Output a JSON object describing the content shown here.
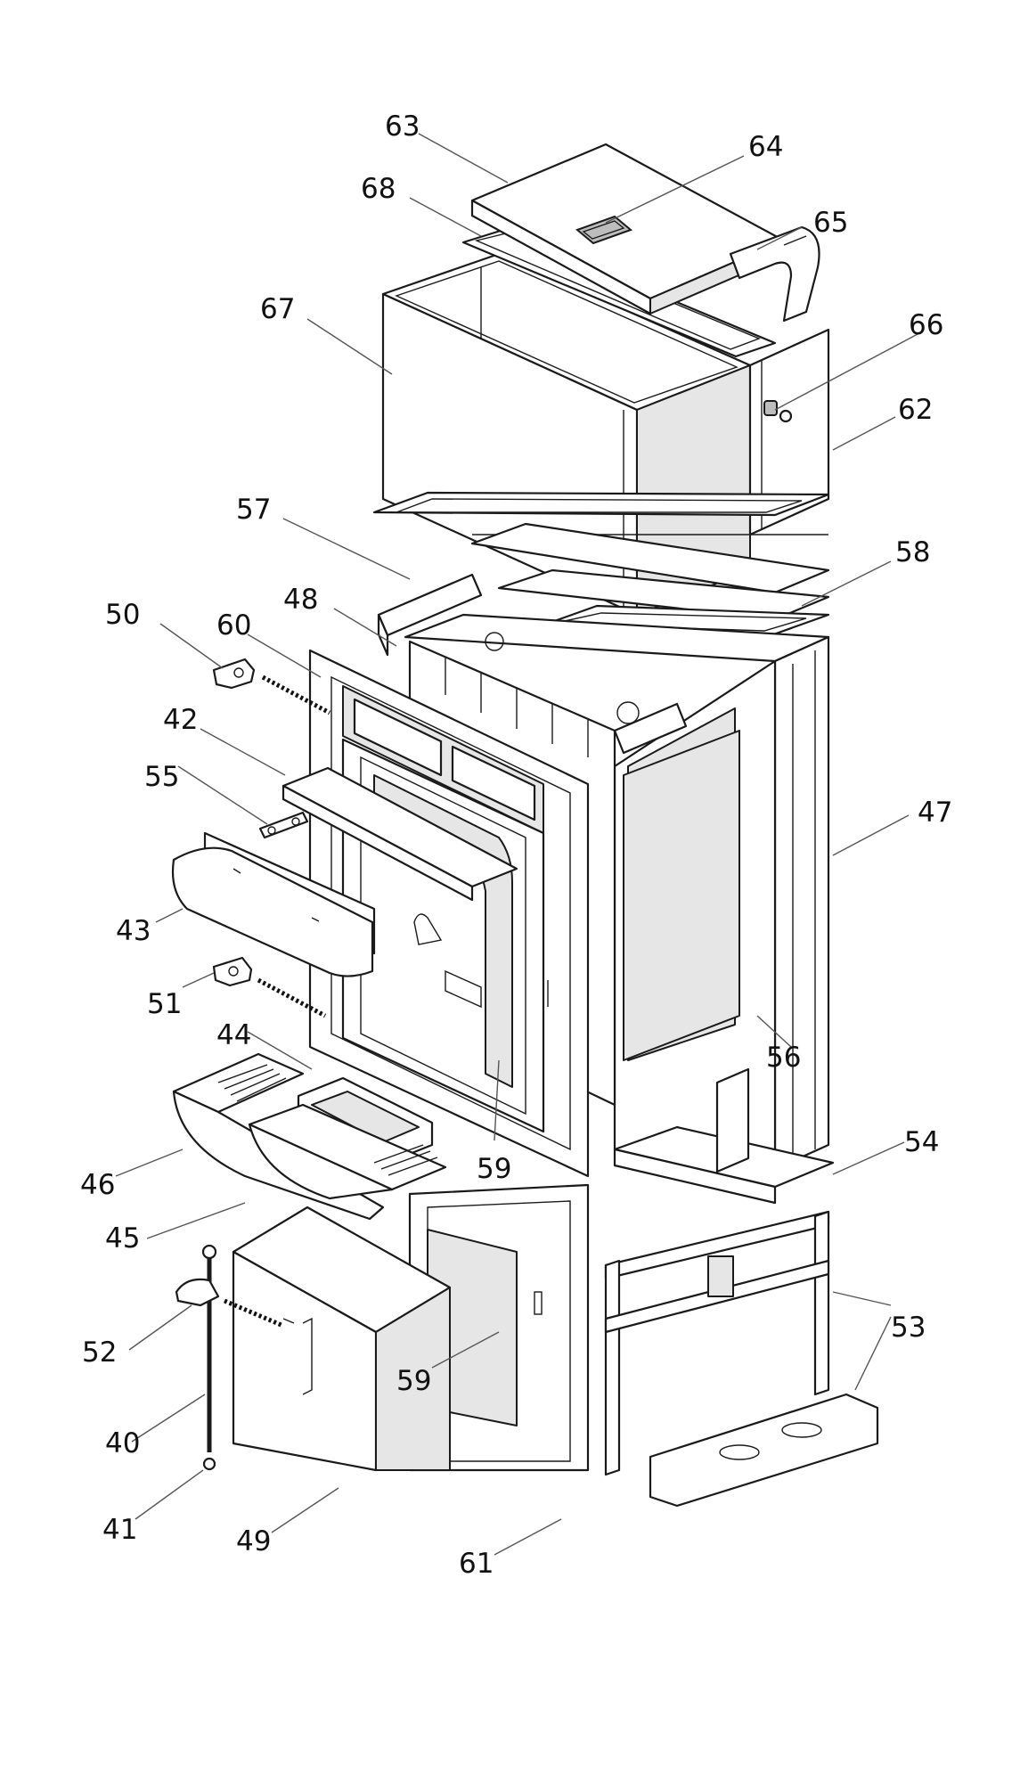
{
  "labels": {
    "p40": "40",
    "p41": "41",
    "p42": "42",
    "p43": "43",
    "p44": "44",
    "p45": "45",
    "p46": "46",
    "p47": "47",
    "p48": "48",
    "p49": "49",
    "p50": "50",
    "p51": "51",
    "p52": "52",
    "p53": "53",
    "p54": "54",
    "p55": "55",
    "p56": "56",
    "p57": "57",
    "p58": "58",
    "p59a": "59",
    "p59b": "59",
    "p60": "60",
    "p61": "61",
    "p62": "62",
    "p63": "63",
    "p64": "64",
    "p65": "65",
    "p66": "66",
    "p67": "67",
    "p68": "68"
  }
}
